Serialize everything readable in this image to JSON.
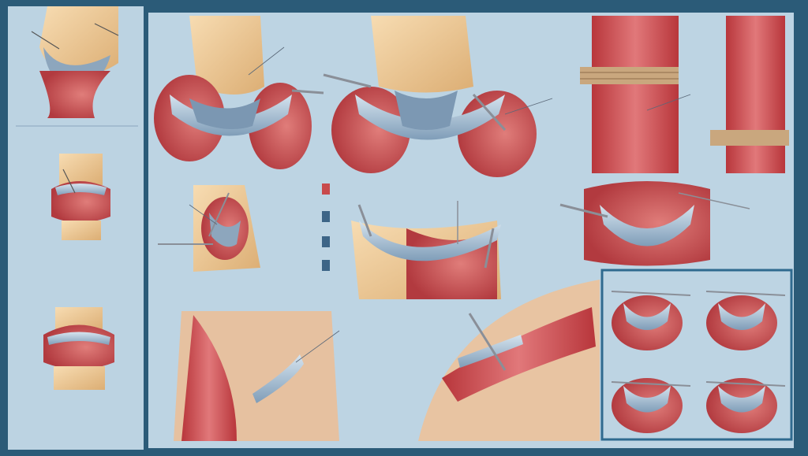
{
  "labels": [],
  "colors": {
    "outer_frame": "#2b5b78",
    "poster_bg": "#bcd3e2",
    "bone": "#f0cd9c",
    "bone_shadow": "#d9ab72",
    "muscle": "#c9494c",
    "muscle_light": "#e48a82",
    "meniscus": "#9db7cd",
    "leader_line": "#5a6878",
    "panel_border": "#2f6a8f"
  },
  "icons": [
    "knee-joint-illustration",
    "surgical-instrument",
    "meniscus-implant"
  ]
}
